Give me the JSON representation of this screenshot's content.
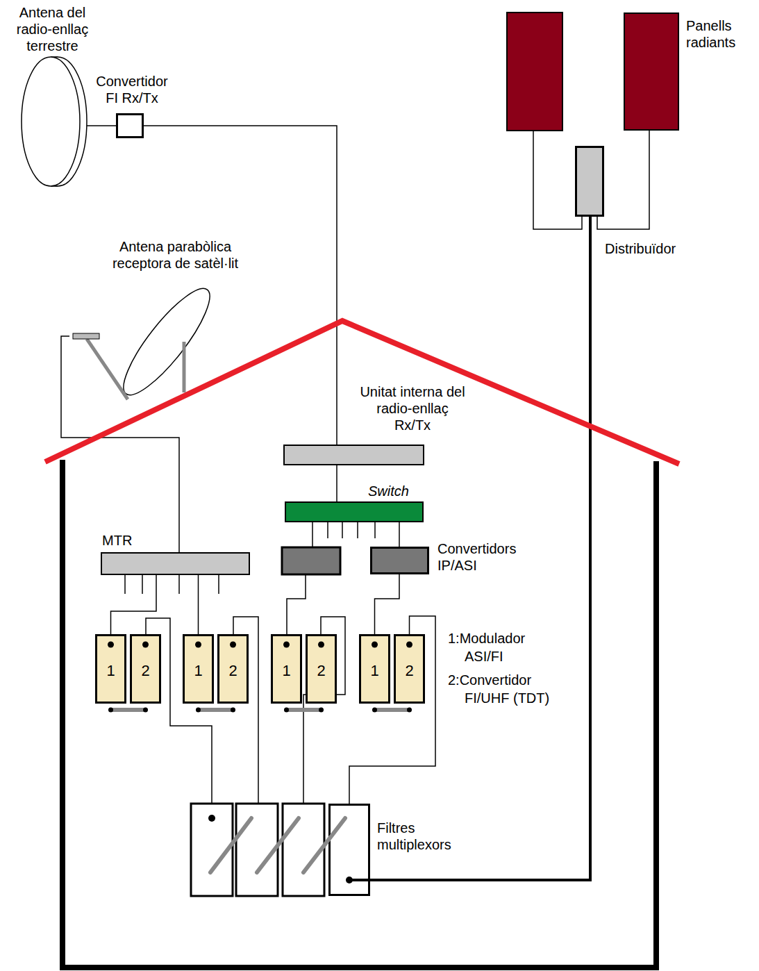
{
  "diagram": {
    "nodes": [
      {
        "text": [
          "Antena del radio-enllaç terrestre"
        ]
      },
      {
        "text": [
          "Convertidor FI Rx/Tx"
        ]
      },
      {
        "text": [
          "Panells radiants"
        ]
      },
      {
        "text": [
          "Distribuïdor"
        ]
      },
      {
        "text": [
          "Antena parabòlica receptora de satèl·lit"
        ]
      },
      {
        "text": [
          "Unitat interna del radio-enllaç Rx/Tx"
        ]
      },
      {
        "text": [
          "Switch"
        ]
      },
      {
        "text": [
          "MTR"
        ]
      },
      {
        "text": [
          "Convertidors IP/ASI"
        ]
      },
      {
        "text": [
          "1"
        ]
      },
      {
        "text": [
          "2"
        ]
      },
      {
        "text": [
          "1"
        ]
      },
      {
        "text": [
          "2"
        ]
      },
      {
        "text": [
          "1"
        ]
      },
      {
        "text": [
          "2"
        ]
      },
      {
        "text": [
          "1"
        ]
      },
      {
        "text": [
          "2"
        ]
      },
      {
        "text": [
          "Filtres multiplexors"
        ]
      }
    ],
    "edges": [
      {
        "from": 0,
        "to": 1,
        "arrow": "none"
      },
      {
        "from": 1,
        "to": 5,
        "arrow": "none"
      },
      {
        "from": 5,
        "to": 6,
        "arrow": "none"
      },
      {
        "from": 6,
        "to": 8,
        "arrow": "none"
      },
      {
        "from": 4,
        "to": 7,
        "arrow": "none"
      },
      {
        "from": 7,
        "to": 9,
        "arrow": "none"
      },
      {
        "from": 7,
        "to": 11,
        "arrow": "none"
      },
      {
        "from": 8,
        "to": 15,
        "arrow": "none"
      },
      {
        "from": 16,
        "to": 17,
        "arrow": "none"
      },
      {
        "from": 17,
        "to": 3,
        "arrow": "none"
      },
      {
        "from": 3,
        "to": 2,
        "arrow": "none"
      }
    ],
    "labels": [
      "1:Modulador ASI/FI",
      "2:Convertidor FI/UHF (TDT)"
    ]
  }
}
